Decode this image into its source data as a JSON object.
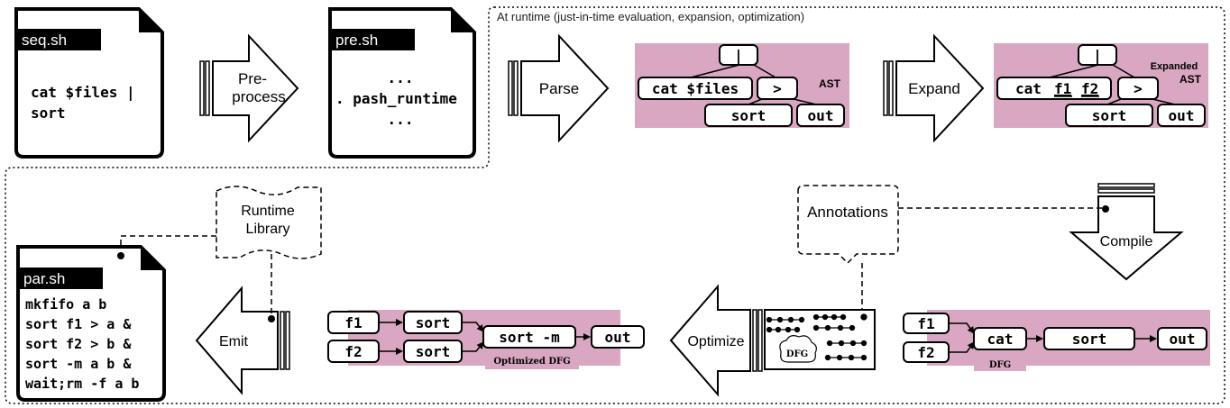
{
  "runtime_region_label": "At runtime (just-in-time evaluation, expansion, optimization)",
  "files": {
    "seq": {
      "name": "seq.sh",
      "lines": [
        "cat $files |",
        "sort"
      ]
    },
    "pre": {
      "name": "pre.sh",
      "lines": [
        "...",
        ". pash_runtime",
        "..."
      ]
    },
    "par": {
      "name": "par.sh",
      "lines": [
        "mkfifo a b",
        "sort f1 > a &",
        "sort f2 > b &",
        "sort -m a b &",
        "wait;rm -f a b"
      ]
    }
  },
  "stages": {
    "preprocess": [
      "Pre-",
      "process"
    ],
    "parse": "Parse",
    "expand": "Expand",
    "compile": "Compile",
    "optimize": "Optimize",
    "emit": "Emit"
  },
  "ast": {
    "label": "AST",
    "pipe": "|",
    "cat": "cat $files",
    "redirect": ">",
    "sort": "sort",
    "out": "out"
  },
  "expanded_ast": {
    "label_line1": "Expanded",
    "label_line2": "AST",
    "pipe": "|",
    "cat": "cat",
    "f1": "f1",
    "f2": "f2",
    "redirect": ">",
    "sort": "sort",
    "out": "out"
  },
  "dfg": {
    "label": "DFG",
    "f1": "f1",
    "f2": "f2",
    "cat": "cat",
    "sort": "sort",
    "out": "out"
  },
  "optimized_dfg": {
    "label": "Optimized DFG",
    "f1": "f1",
    "f2": "f2",
    "sort1": "sort",
    "sort2": "sort",
    "merge": "sort -m",
    "out": "out"
  },
  "annotations": "Annotations",
  "runtime_library": [
    "Runtime",
    "Library"
  ],
  "dfg_cloud_label": "DFG",
  "colors": {
    "pink": "#d9a7c1",
    "black": "#000000",
    "white": "#ffffff"
  }
}
